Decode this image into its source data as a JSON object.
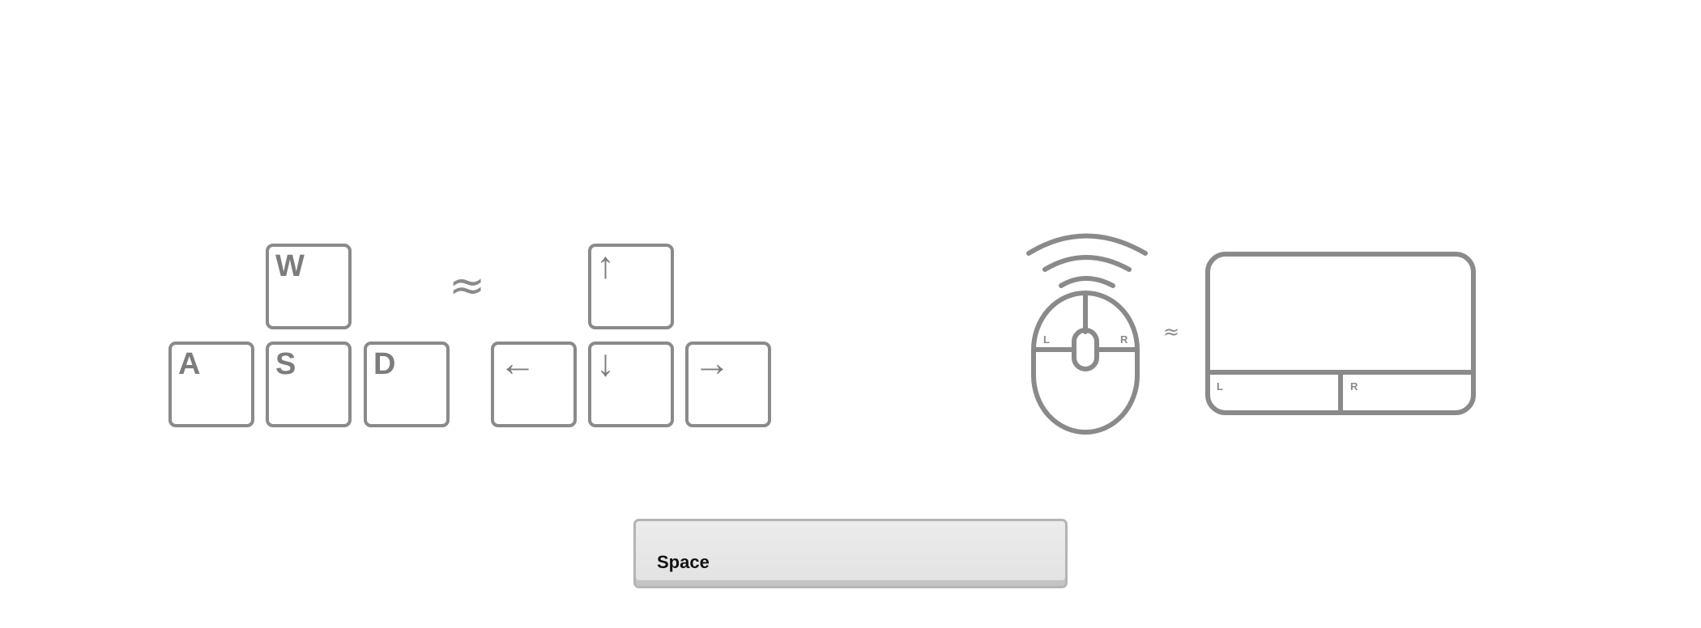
{
  "keyboard": {
    "wasd": {
      "w": "W",
      "a": "A",
      "s": "S",
      "d": "D"
    },
    "approx_symbol": "≈",
    "arrows": {
      "up": "↑",
      "left": "←",
      "down": "↓",
      "right": "→"
    }
  },
  "pointer": {
    "mouse": {
      "left_label": "L",
      "right_label": "R"
    },
    "approx_symbol": "≈",
    "touchpad": {
      "left_label": "L",
      "right_label": "R"
    }
  },
  "space_key": {
    "label": "Space"
  },
  "colors": {
    "outline": "#8a8a8a",
    "glyph": "#7c7c7c",
    "space_fill": "#e6e6e6"
  }
}
